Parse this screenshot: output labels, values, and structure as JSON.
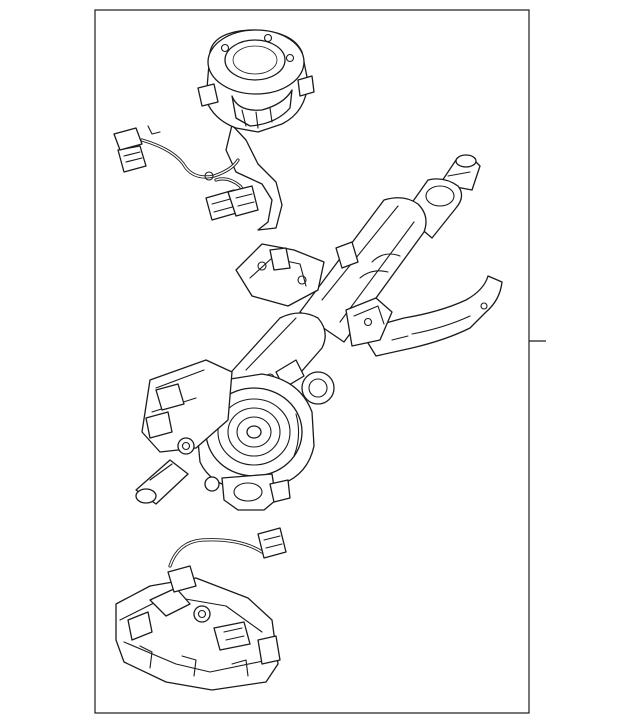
{
  "diagram": {
    "parts": [
      "steering-column-assembly",
      "clock-spring",
      "lock-module"
    ],
    "colors": {
      "line": "#1a1a1a",
      "background": "#ffffff"
    }
  }
}
